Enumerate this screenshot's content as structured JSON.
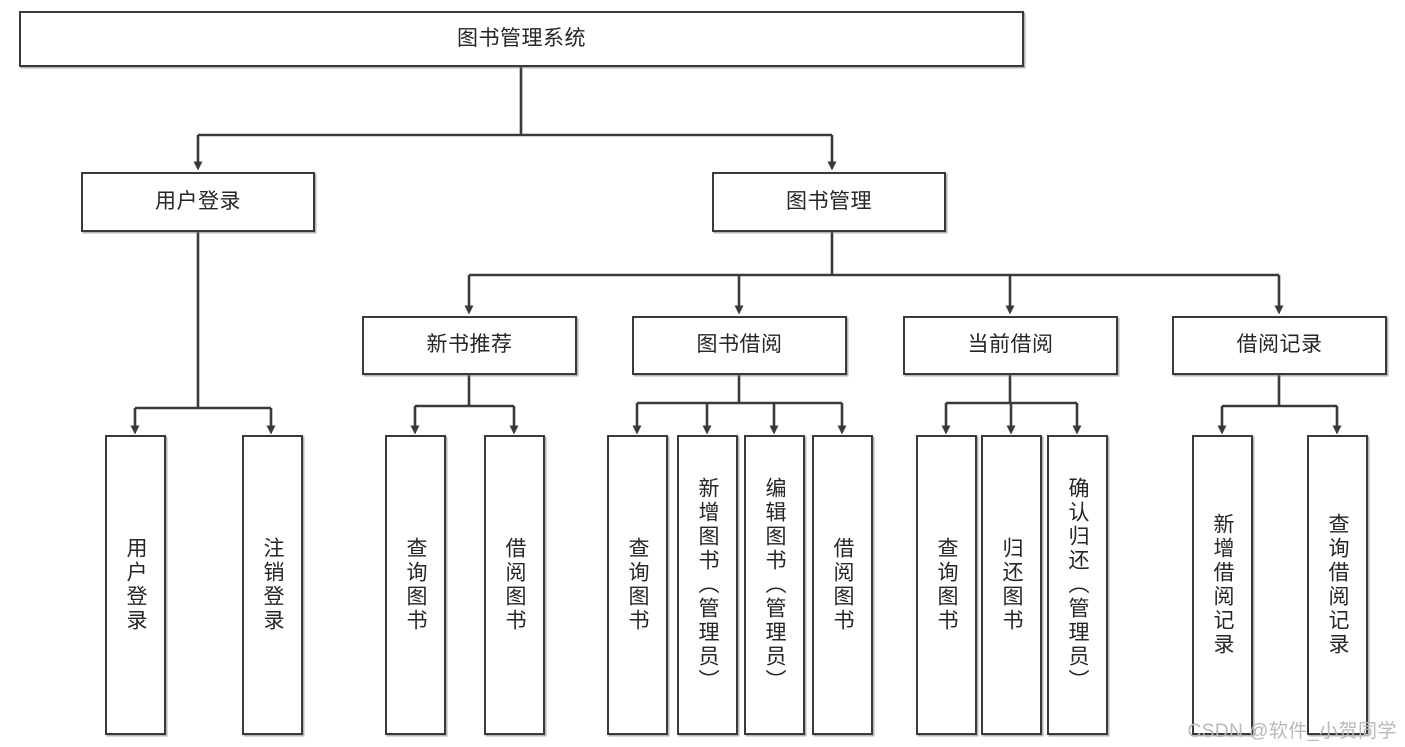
{
  "diagram": {
    "title": "图书管理系统",
    "type": "tree-hierarchy-chart",
    "watermark": "CSDN @软件_小贺同学",
    "colors": {
      "box_border": "#3a3a3a",
      "box_fill": "#ffffff",
      "connector": "#3a3a3a",
      "text": "#262626",
      "watermark": "#b9b9b9"
    },
    "root": {
      "label": "图书管理系统",
      "orientation": "horizontal"
    },
    "level2": [
      {
        "label": "用户登录",
        "orientation": "horizontal"
      },
      {
        "label": "图书管理",
        "orientation": "horizontal"
      }
    ],
    "level3": [
      {
        "label": "新书推荐",
        "orientation": "horizontal"
      },
      {
        "label": "图书借阅",
        "orientation": "horizontal"
      },
      {
        "label": "当前借阅",
        "orientation": "horizontal"
      },
      {
        "label": "借阅记录",
        "orientation": "horizontal"
      }
    ],
    "leaves": [
      {
        "label": "用户登录",
        "orientation": "vertical",
        "parent": "用户登录"
      },
      {
        "label": "注销登录",
        "orientation": "vertical",
        "parent": "用户登录"
      },
      {
        "label": "查询图书",
        "orientation": "vertical",
        "parent": "新书推荐"
      },
      {
        "label": "借阅图书",
        "orientation": "vertical",
        "parent": "新书推荐"
      },
      {
        "label": "查询图书",
        "orientation": "vertical",
        "parent": "图书借阅"
      },
      {
        "label": "新增图书（管理员）",
        "orientation": "vertical",
        "parent": "图书借阅"
      },
      {
        "label": "编辑图书（管理员）",
        "orientation": "vertical",
        "parent": "图书借阅"
      },
      {
        "label": "借阅图书",
        "orientation": "vertical",
        "parent": "图书借阅"
      },
      {
        "label": "查询图书",
        "orientation": "vertical",
        "parent": "当前借阅"
      },
      {
        "label": "归还图书",
        "orientation": "vertical",
        "parent": "当前借阅"
      },
      {
        "label": "确认归还（管理员）",
        "orientation": "vertical",
        "parent": "当前借阅"
      },
      {
        "label": "新增借阅记录",
        "orientation": "vertical",
        "parent": "借阅记录"
      },
      {
        "label": "查询借阅记录",
        "orientation": "vertical",
        "parent": "借阅记录"
      }
    ]
  }
}
